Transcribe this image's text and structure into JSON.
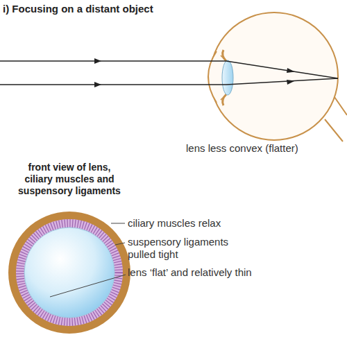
{
  "diagram": {
    "title": "i) Focusing on a distant object",
    "labels": [
      "lens less convex (flatter)",
      "front view of lens, ciliary muscles and suspensory ligaments",
      "ciliary muscles relax",
      "suspensory ligaments pulled tight",
      "lens ‘flat’ and relatively thin"
    ]
  }
}
